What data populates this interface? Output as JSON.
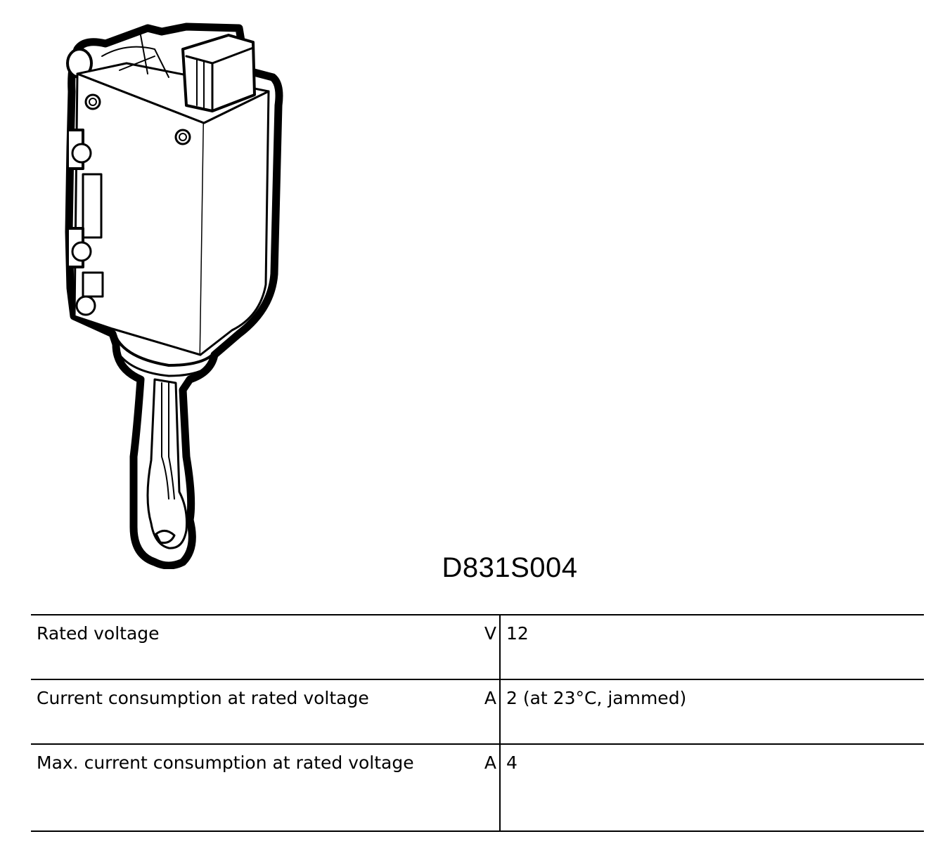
{
  "figure": {
    "code": "D831S004",
    "illustration": "actuator-motor-with-connector-and-lever"
  },
  "spec_table": {
    "rows": [
      {
        "label": "Rated voltage",
        "unit": "V",
        "value": "12"
      },
      {
        "label": "Current consumption at rated voltage",
        "unit": "A",
        "value": "2 (at 23°C, jammed)"
      },
      {
        "label": "Max. current consumption at rated voltage",
        "unit": "A",
        "value": "4"
      }
    ]
  }
}
